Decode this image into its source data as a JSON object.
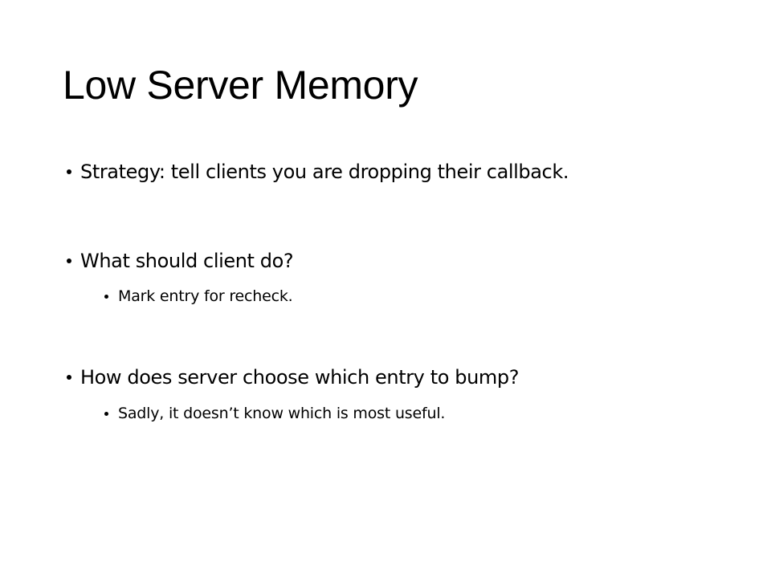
{
  "slide": {
    "title": "Low Server Memory",
    "bullets": [
      {
        "level": 1,
        "text": "Strategy: tell clients you are dropping their callback."
      },
      {
        "level": 1,
        "text": "What should client do?"
      },
      {
        "level": 2,
        "text": "Mark entry for recheck."
      },
      {
        "level": 1,
        "text": "How does server choose which entry to bump?"
      },
      {
        "level": 2,
        "text": "Sadly, it doesn’t know which is most useful."
      }
    ]
  }
}
